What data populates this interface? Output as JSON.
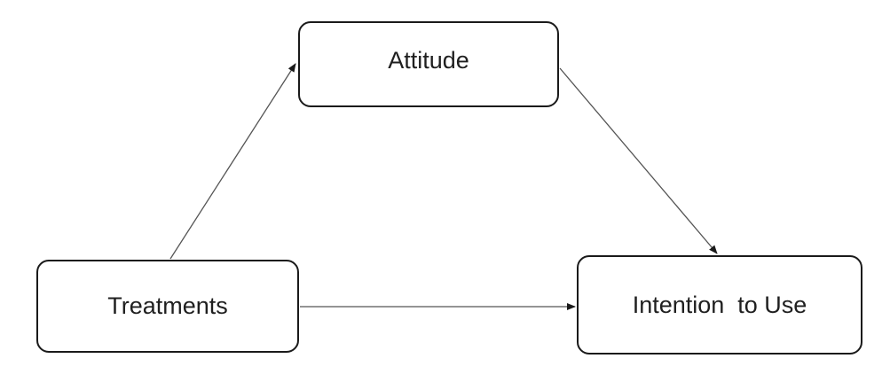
{
  "diagram": {
    "nodes": {
      "attitude": {
        "label": "Attitude"
      },
      "treatments": {
        "label": "Treatments"
      },
      "intention": {
        "label": "Intention  to Use"
      }
    },
    "edges": [
      {
        "from": "treatments",
        "to": "attitude"
      },
      {
        "from": "attitude",
        "to": "intention"
      },
      {
        "from": "treatments",
        "to": "intention"
      }
    ],
    "colors": {
      "stroke": "#1a1a1a",
      "text": "#1f1f1f",
      "background": "#ffffff"
    }
  }
}
